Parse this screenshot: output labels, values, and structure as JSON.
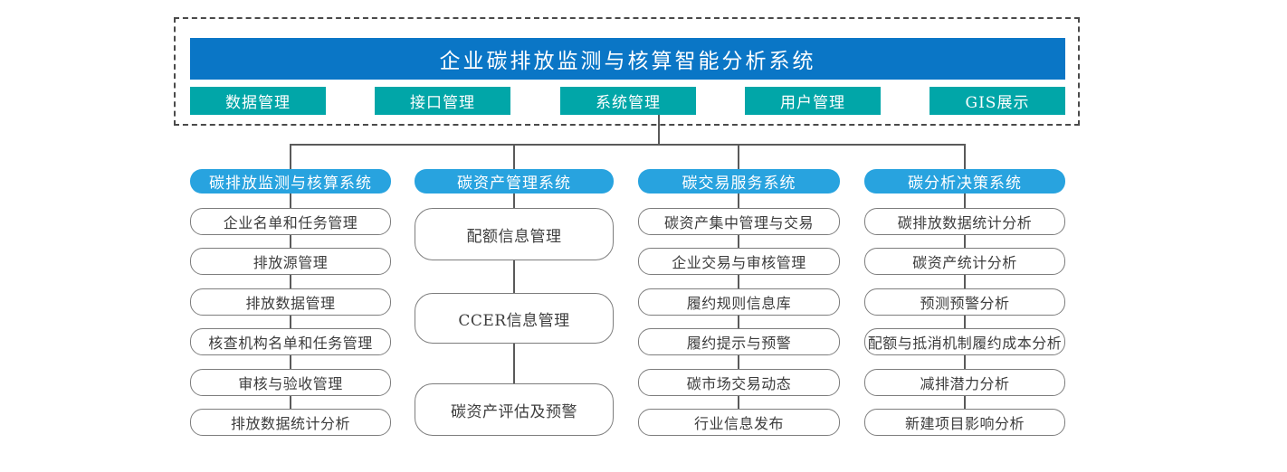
{
  "title_banner": {
    "label": "企业碳排放监测与核算智能分析系统"
  },
  "top_modules": [
    {
      "label": "数据管理"
    },
    {
      "label": "接口管理"
    },
    {
      "label": "系统管理"
    },
    {
      "label": "用户管理"
    },
    {
      "label": "GIS展示"
    }
  ],
  "columns": [
    {
      "header": "碳排放监测与核算系统",
      "items": [
        "企业名单和任务管理",
        "排放源管理",
        "排放数据管理",
        "核查机构名单和任务管理",
        "审核与验收管理",
        "排放数据统计分析"
      ]
    },
    {
      "header": "碳资产管理系统",
      "items": [
        "配额信息管理",
        "CCER信息管理",
        "碳资产评估及预警"
      ]
    },
    {
      "header": "碳交易服务系统",
      "items": [
        "碳资产集中管理与交易",
        "企业交易与审核管理",
        "履约规则信息库",
        "履约提示与预警",
        "碳市场交易动态",
        "行业信息发布"
      ]
    },
    {
      "header": "碳分析决策系统",
      "items": [
        "碳排放数据统计分析",
        "碳资产统计分析",
        "预测预警分析",
        "配额与抵消机制履约成本分析",
        "减排潜力分析",
        "新建项目影响分析"
      ]
    }
  ],
  "colors": {
    "banner_blue": "#0a76c6",
    "column_header_blue": "#28a3df",
    "module_teal": "#01a6a8",
    "connector_gray": "#5a5a5a"
  }
}
